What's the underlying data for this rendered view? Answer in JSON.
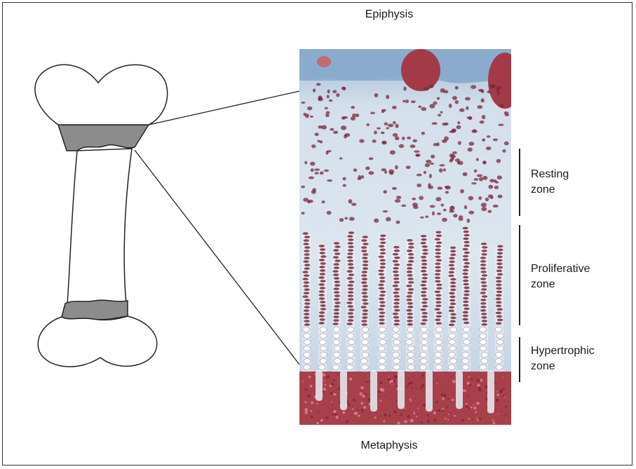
{
  "labels": {
    "top": "Epiphysis",
    "bottom": "Metaphysis"
  },
  "zones": [
    {
      "line1": "Resting",
      "line2": "zone"
    },
    {
      "line1": "Proliferative",
      "line2": "zone"
    },
    {
      "line1": "Hypertrophic",
      "line2": "zone"
    }
  ],
  "colors": {
    "growth_plate": "#8c8c8c",
    "cartilage_matrix": "#b8cde0",
    "chondrocyte": "#7a2a3a",
    "metaphysis_bone": "#a8404c"
  }
}
